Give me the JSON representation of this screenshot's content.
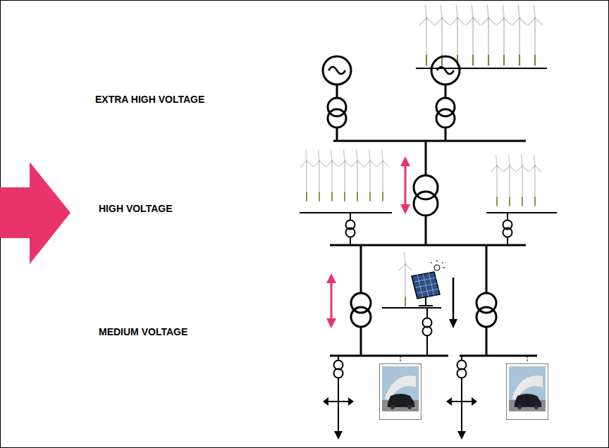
{
  "diagram": {
    "labels": [
      "EXTRA HIGH VOLTAGE",
      "HIGH VOLTAGE",
      "MEDIUM VOLTAGE"
    ]
  }
}
